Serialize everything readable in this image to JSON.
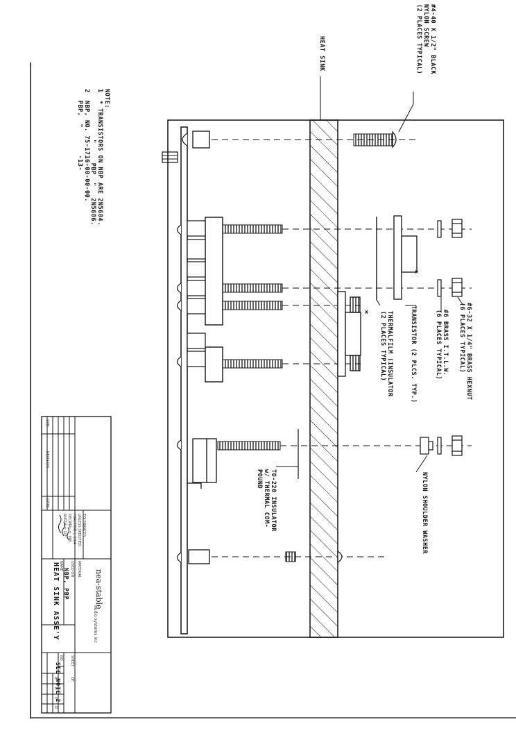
{
  "callouts": {
    "nylon_screw": [
      "#4-40 X 1/2\" BLACK",
      "NYLON SCREW",
      "(2 PLACES TYPICAL)"
    ],
    "heat_sink": "HEAT SINK",
    "hexnut": [
      "#6-32 X 1/4\" BRASS  HEXNUT",
      "(6 PLACES TYPICAL)"
    ],
    "itw": [
      "#6 BRASS  I.T.L.W.",
      "(6 PLACES TYPICAL)"
    ],
    "transistor": "TRANSISTOR (2 PLCS. TYP.)",
    "thermalfilm": [
      "THERMALFILM (INSULATOR",
      "(2 PLACES TYPICAL)"
    ],
    "to220": [
      "TO-220 INSULATOR",
      "w/ THERMAL COM-",
      "POUND"
    ],
    "shoulder_washer": "NYLON SHOULDER WASHER",
    "asterisk": "*"
  },
  "notes": {
    "heading": "NOTE:",
    "line1": "1  * TRANSISTORS ON NBP ARE 2N5684.",
    "line2": "             \"     PBP  \"   2N5686.",
    "line3": "2  NBP, NO. 75-1716-00-00-00.",
    "line4": "   PBP,  \"       -13-"
  },
  "title_block": {
    "company_logo": "nea-stable",
    "company_name": "audio systems inc",
    "revision_header": "REVISION",
    "sym_header": "SYM",
    "date_header": "DATE",
    "tolerances": [
      "TOLERANCES",
      "UNLESS SPECIFIED",
      "FRACTION ± 1/64",
      "DECIMAL ± .005",
      "ANGLE ± 1/2°"
    ],
    "material_label": "MATERIAL",
    "used_on_label": "USED ON",
    "used_on_value": "NBP, PBP",
    "name_label": "NAME",
    "title": "HEAT SINK ASSE'Y",
    "number_label": "NO.",
    "number_value": "SEE NOTE 2",
    "sheet_label": "SHEET",
    "of_label": "OF",
    "rev_letters": [
      "A",
      "B",
      "C",
      "D"
    ]
  }
}
